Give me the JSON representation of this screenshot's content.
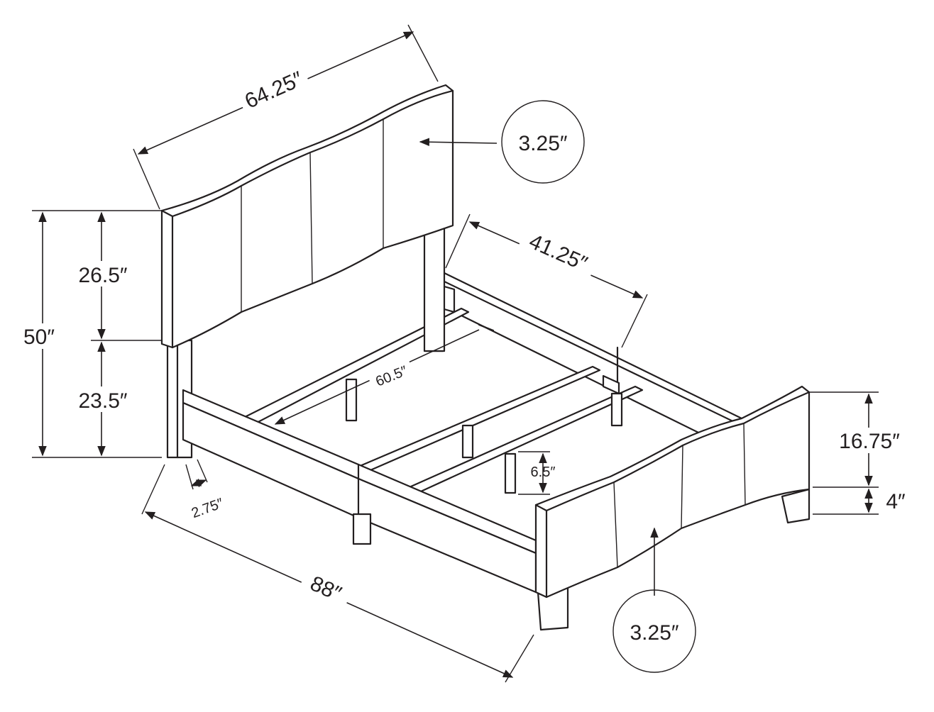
{
  "title": "Bed dimensions diagram",
  "dimensions": {
    "headboard_width": "64.25″",
    "headboard_thickness": "3.25″",
    "inner_width": "41.25″",
    "overall_height": "50″",
    "headboard_panel_height": "26.5″",
    "headboard_clearance": "23.5″",
    "slat_length": "60.5″",
    "footboard_height": "16.75″",
    "footboard_leg_height": "4″",
    "center_support_height": "6.5″",
    "leg_width": "2.75″",
    "overall_length": "88″",
    "footboard_thickness": "3.25″"
  }
}
